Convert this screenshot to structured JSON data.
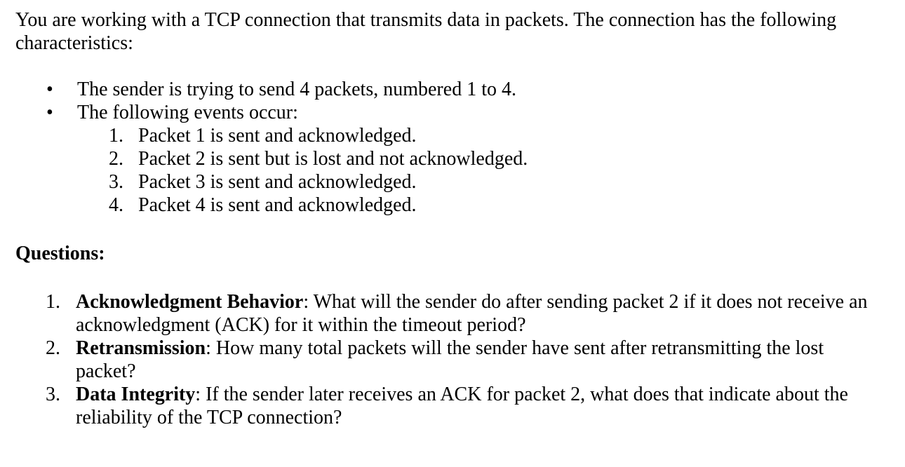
{
  "colors": {
    "text": "#000000",
    "background": "#ffffff"
  },
  "document": {
    "bullet_glyph": "•",
    "intro": "You are working with a TCP connection that transmits data in packets. The connection has the following characteristics:",
    "bullets": [
      "The sender is trying to send 4 packets, numbered 1 to 4.",
      "The following events occur:"
    ],
    "events": [
      {
        "number": "1.",
        "text": "Packet 1 is sent and acknowledged."
      },
      {
        "number": "2.",
        "text": "Packet 2 is sent but is lost and not acknowledged."
      },
      {
        "number": "3.",
        "text": "Packet 3 is sent and acknowledged."
      },
      {
        "number": "4.",
        "text": "Packet 4 is sent and acknowledged."
      }
    ],
    "questions_heading": "Questions:",
    "questions": [
      {
        "number": "1.",
        "term": "Acknowledgment Behavior",
        "rest": ": What will the sender do after sending packet 2 if it does not receive an acknowledgment (ACK) for it within the timeout period?"
      },
      {
        "number": "2.",
        "term": "Retransmission",
        "rest": ": How many total packets will the sender have sent after retransmitting the lost packet?"
      },
      {
        "number": "3.",
        "term": "Data Integrity",
        "rest": ": If the sender later receives an ACK for packet 2, what does that indicate about the reliability of the TCP connection?"
      }
    ]
  }
}
